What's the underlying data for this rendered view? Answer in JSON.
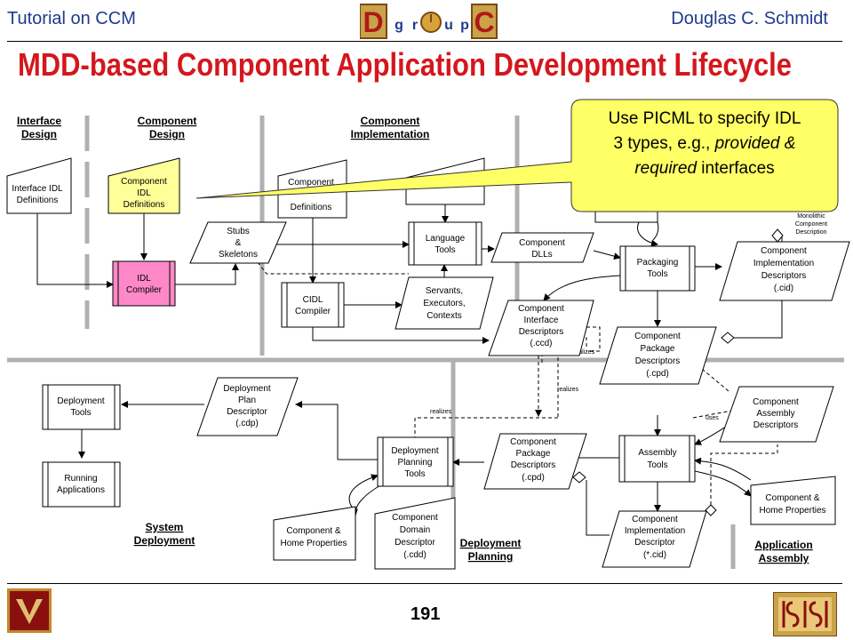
{
  "header": {
    "left": "Tutorial on CCM",
    "right": "Douglas C. Schmidt",
    "logo_letters": [
      "D",
      "g",
      "r",
      "o",
      "u",
      "p",
      "C"
    ]
  },
  "title": "MDD-based Component Application Development Lifecycle",
  "callout": {
    "line1": "Use PICML to specify IDL",
    "line2_a": "3 types, e.g., ",
    "line2_b": "provided &",
    "line3_a": "required",
    "line3_b": " interfaces"
  },
  "phases": {
    "interface_design": [
      "Interface",
      "Design"
    ],
    "component_design": [
      "Component",
      "Design"
    ],
    "component_implementation": [
      "Component",
      "Implementation"
    ],
    "system_deployment": [
      "System",
      "Deployment"
    ],
    "deployment_planning": [
      "Deployment",
      "Planning"
    ],
    "application_assembly": [
      "Application",
      "Assembly"
    ]
  },
  "nodes": {
    "interface_idl": [
      "Interface IDL",
      "Definitions"
    ],
    "component_idl": [
      "Component",
      "IDL",
      "Definitions"
    ],
    "idl_compiler": [
      "IDL",
      "Compiler"
    ],
    "stubs": [
      "Stubs",
      "&",
      "Skeletons"
    ],
    "component_defs": [
      "Component",
      "Definitions"
    ],
    "cidl_compiler": [
      "CIDL",
      "Compiler"
    ],
    "language_tools": [
      "Language",
      "Tools"
    ],
    "servants": [
      "Servants,",
      "Executors,",
      "Contexts"
    ],
    "component_dlls": [
      "Component",
      "DLLs"
    ],
    "ccd": [
      "Component",
      "Interface",
      "Descriptors",
      "(.ccd)"
    ],
    "packaging_tools": [
      "Packaging",
      "Tools"
    ],
    "cid_descriptors": [
      "Component",
      "Implementation",
      "Descriptors",
      "(.cid)"
    ],
    "monolithic": [
      "Monolithic",
      "Component",
      "Description"
    ],
    "cpd_top": [
      "Component",
      "Package",
      "Descriptors",
      "(.cpd)"
    ],
    "assembly_descriptors": [
      "Component",
      "Assembly",
      "Descriptors"
    ],
    "assembly_tools": [
      "Assembly",
      "Tools"
    ],
    "home_props_right": [
      "Component &",
      "Home Properties"
    ],
    "cid_bottom": [
      "Component",
      "Implementation",
      "Descriptor",
      "(*.cid)"
    ],
    "cpd_bottom": [
      "Component",
      "Package",
      "Descriptors",
      "(.cpd)"
    ],
    "dp_tools": [
      "Deployment",
      "Planning",
      "Tools"
    ],
    "cdd": [
      "Component",
      "Domain",
      "Descriptor",
      "(.cdd)"
    ],
    "home_props_left": [
      "Component &",
      "Home Properties"
    ],
    "cdp": [
      "Deployment",
      "Plan",
      "Descriptor",
      "(.cdp)"
    ],
    "deployment_tools": [
      "Deployment",
      "Tools"
    ],
    "running_apps": [
      "Running",
      "Applications"
    ]
  },
  "edge_labels": {
    "realizes_1": "realizes",
    "realizes_2": "realizes",
    "realizes_3": "realizes",
    "uses": "uses"
  },
  "footer": {
    "page": "191"
  },
  "colors": {
    "header_text": "#1f3b8c",
    "title": "#d4171d",
    "callout_fill": "#ffff66",
    "component_idl_fill": "#ffff99",
    "idl_compiler_fill": "#ff88c8",
    "divider": "#b0b0b0"
  }
}
